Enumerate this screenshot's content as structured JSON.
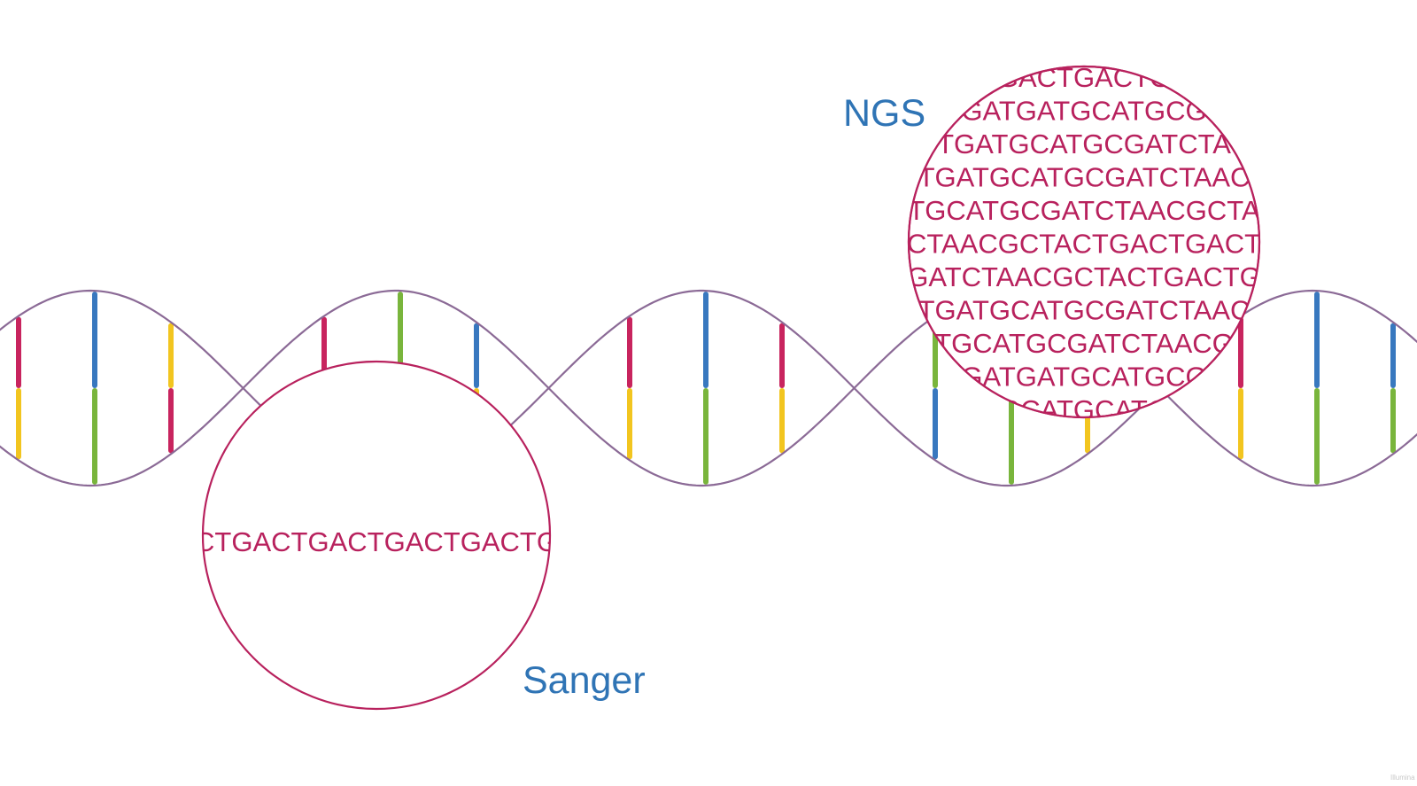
{
  "labels": {
    "ngs": "NGS",
    "sanger": "Sanger"
  },
  "sanger_sequence": "CTGACTGACTGACTGACTG",
  "ngs_sequences": [
    "GACTGACTG",
    "GATGATGCATGCG",
    "TGATGCATGCGATCTA",
    "TGATGCATGCGATCTAAC",
    "TGCATGCGATCTAACGCTA",
    "CTAACGCTACTGACTGACT",
    "GATCTAACGCTACTGACTG",
    "TGATGCATGCGATCTAAC",
    "TGCATGCGATCTAACG",
    "GATGATGCATGCG",
    "GCATGCATG"
  ],
  "base_colors": {
    "red": "#c8245e",
    "blue": "#3878bf",
    "yellow": "#f2c51f",
    "green": "#79b53c"
  },
  "strand_color": "#8b6a96",
  "zoom_circle_color": "#b8215d",
  "base_pairs": [
    [
      "red",
      "yellow"
    ],
    [
      "blue",
      "green"
    ],
    [
      "yellow",
      "red"
    ],
    [
      "red",
      "yellow"
    ],
    [
      "green",
      "green"
    ],
    [
      "blue",
      "yellow"
    ],
    [
      "red",
      "yellow"
    ],
    [
      "blue",
      "green"
    ],
    [
      "red",
      "yellow"
    ],
    [
      "green",
      "blue"
    ],
    [
      "red",
      "green"
    ],
    [
      "blue",
      "yellow"
    ],
    [
      "red",
      "yellow"
    ],
    [
      "blue",
      "green"
    ],
    [
      "blue",
      "green"
    ]
  ],
  "watermark": "Illumina"
}
